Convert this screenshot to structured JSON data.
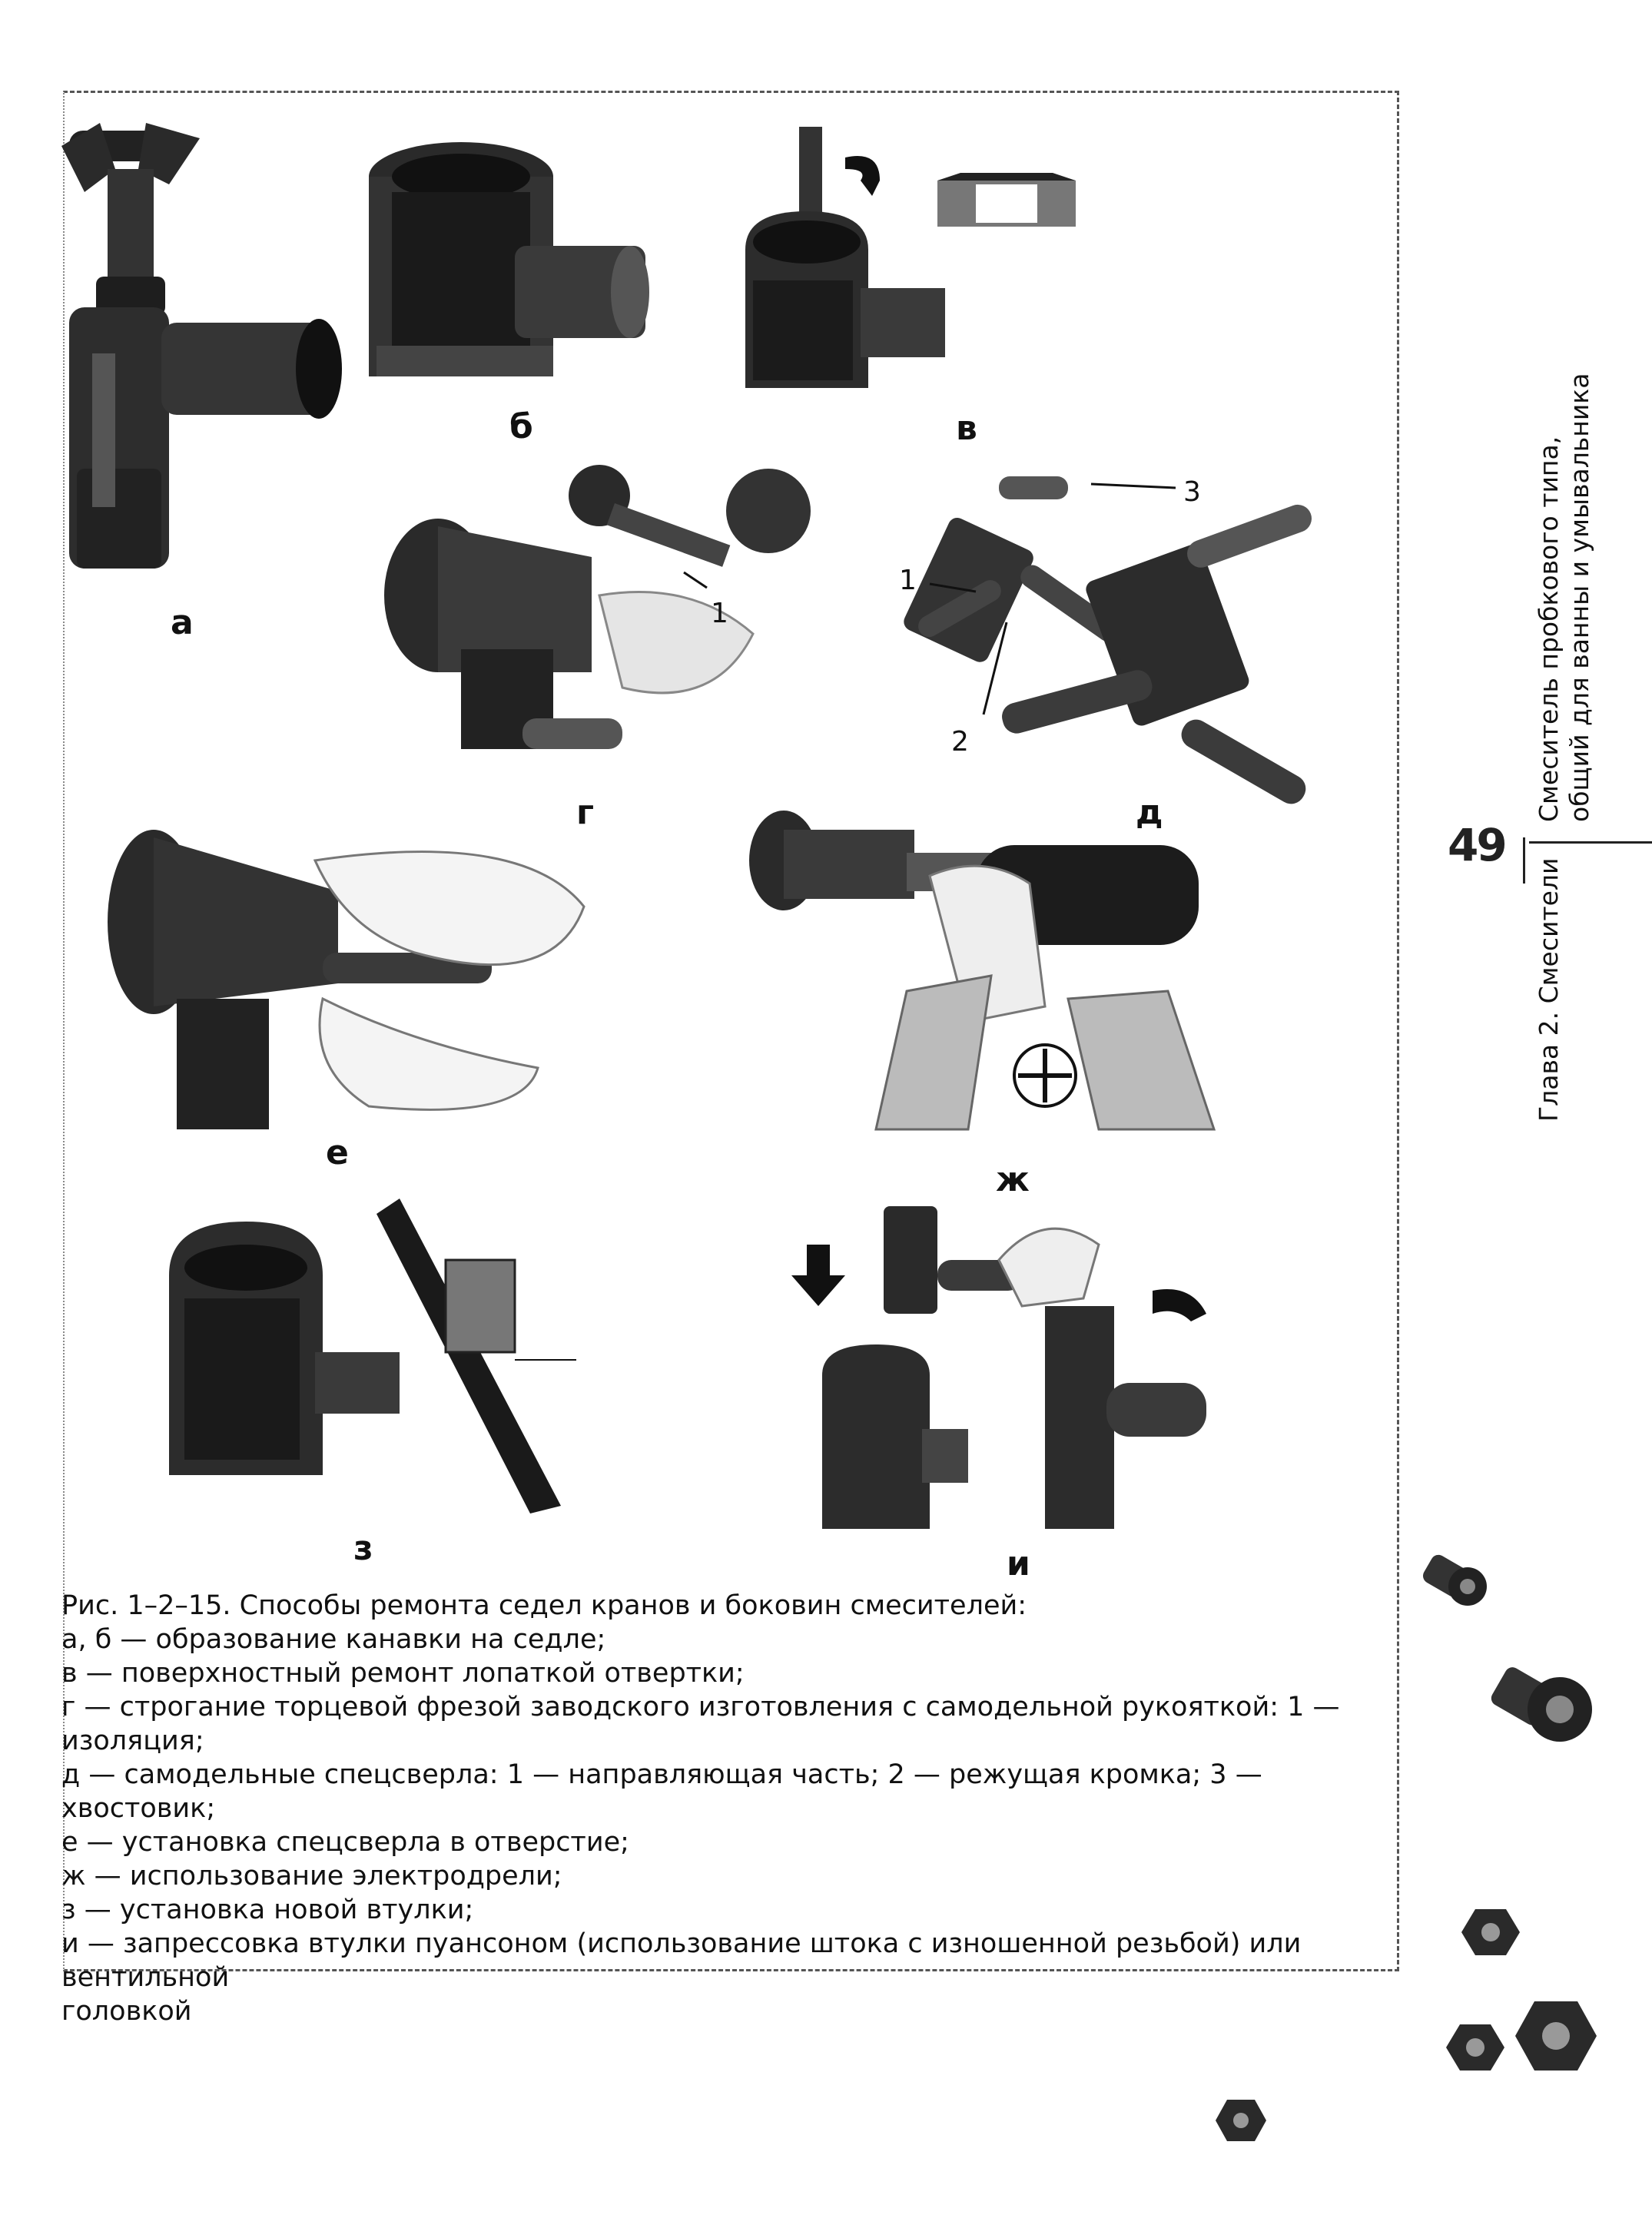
{
  "figure": {
    "panels": {
      "a": "а",
      "b": "б",
      "v": "в",
      "g": "г",
      "d": "д",
      "e": "е",
      "zh": "ж",
      "z": "з",
      "i": "и"
    },
    "callouts": {
      "g1": "1",
      "d1": "1",
      "d2": "2",
      "d3": "3"
    }
  },
  "caption": {
    "title": "Рис. 1–2–15. Способы ремонта седел кранов и боковин смесителей:",
    "lines": [
      "а, б — образование канавки на седле;",
      "в — поверхностный ремонт лопаткой отвертки;",
      "г — строгание торцевой фрезой заводского изготовления с самодельной рукояткой: 1 — изоляция;",
      "д — самодельные спецсверла: 1 — направляющая часть; 2 — режущая кромка; 3 — хвостовик;",
      "е — установка спецсверла в отверстие;",
      "ж — использование электродрели;",
      "з — установка новой втулки;",
      "и — запрессовка втулки пуансоном (использование штока с изношенной резьбой) или вентильной",
      "головкой"
    ]
  },
  "sidebar": {
    "page_number": "49",
    "section_line1": "Смеситель пробкового типа,",
    "section_line2": "общий для ванны и умывальника",
    "chapter": "Глава 2. Смесители"
  }
}
